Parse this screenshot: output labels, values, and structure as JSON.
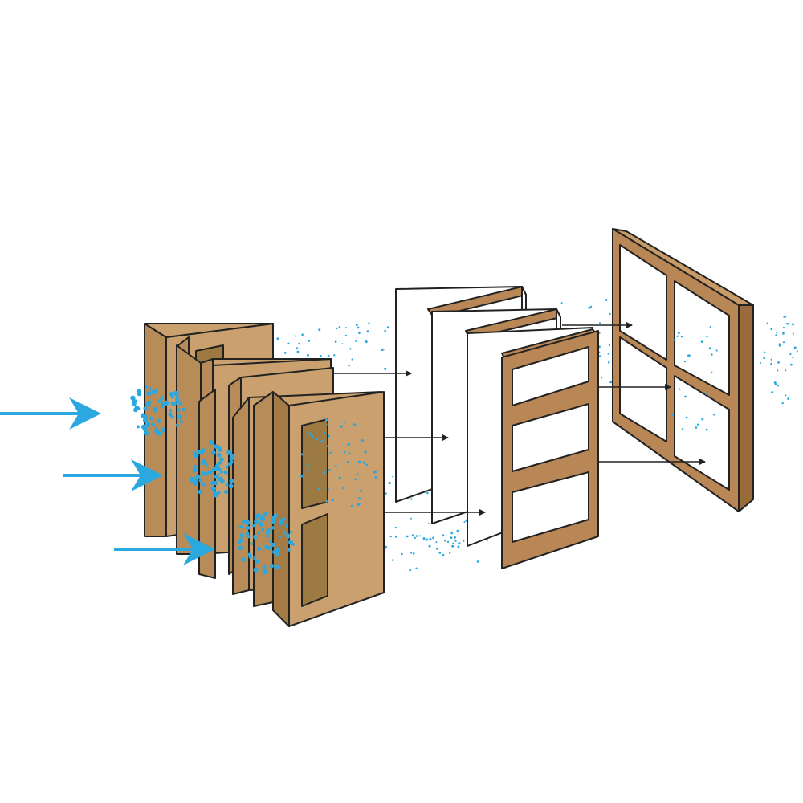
{
  "diagram": {
    "description_visible_text": "",
    "colors": {
      "cardboard": "#c9a06e",
      "cardboard_dark": "#a47a45",
      "window_pane": "#9c7a42",
      "frame_wood": "#b88755",
      "frame_side": "#996a3a",
      "outline": "#222222",
      "airflow": "#2aa8df",
      "filter_white": "#ffffff"
    },
    "icons": {
      "incoming_arrows": "airflow-arrow-icon",
      "particles": "dust-particle-icon",
      "flow_arrows": "flow-arrow-icon"
    },
    "stages": [
      {
        "name": "pre-filter-panels",
        "count": 3
      },
      {
        "name": "pleated-white-filters",
        "count": 3
      },
      {
        "name": "grid-frame-filter",
        "count": 1
      }
    ]
  }
}
